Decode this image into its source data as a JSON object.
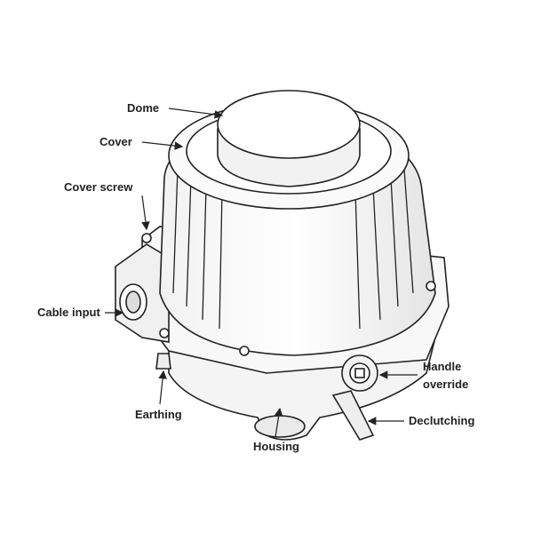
{
  "title": "Actuator parts diagram",
  "labels": {
    "dome": "Dome",
    "cover": "Cover",
    "cover_screw": "Cover screw",
    "cable_input": "Cable input",
    "earthing": "Earthing",
    "housing": "Housing",
    "declutching": "Declutching",
    "handle_override_line1": "Handle",
    "handle_override_line2": "override"
  },
  "colors": {
    "line": "#222222",
    "fill": "#ffffff",
    "shade": "#e6e6e6"
  }
}
